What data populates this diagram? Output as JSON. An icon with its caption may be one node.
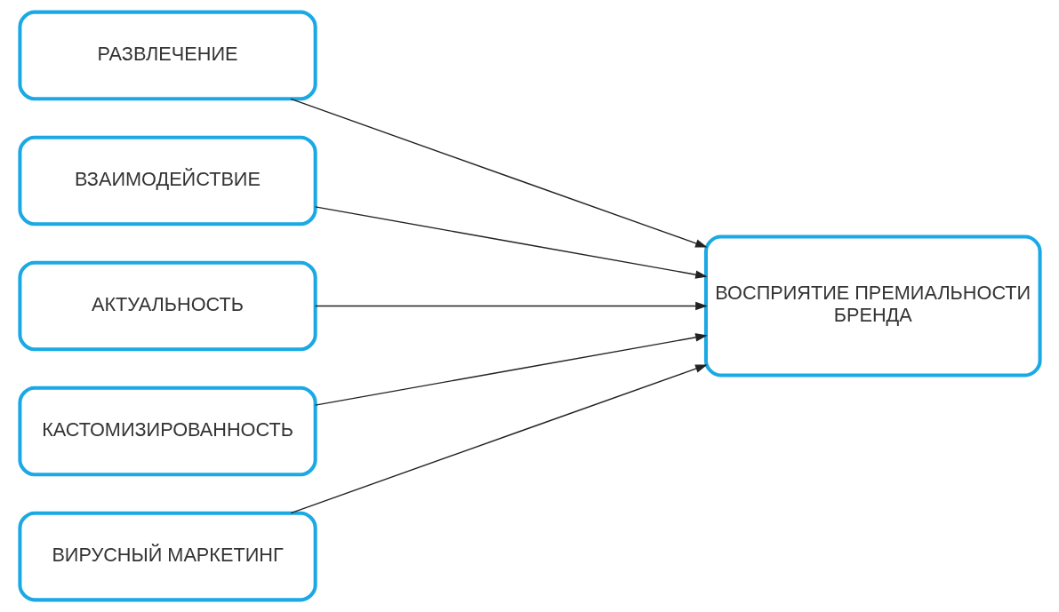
{
  "diagram": {
    "nodes": [
      {
        "text": [
          "РАЗВЛЕЧЕНИЕ"
        ]
      },
      {
        "text": [
          "ВЗАИМОДЕЙСТВИЕ"
        ]
      },
      {
        "text": [
          "АКТУАЛЬНОСТЬ"
        ]
      },
      {
        "text": [
          "КАСТОМИЗИРОВАННОСТЬ"
        ]
      },
      {
        "text": [
          "ВИРУСНЫЙ МАРКЕТИНГ"
        ]
      },
      {
        "text": [
          "ВОСПРИЯТИЕ ПРЕМИАЛЬНОСТИ БРЕНДА"
        ]
      }
    ],
    "edges": [
      {
        "from": 0,
        "to": 5,
        "arrow": "to"
      },
      {
        "from": 1,
        "to": 5,
        "arrow": "to"
      },
      {
        "from": 2,
        "to": 5,
        "arrow": "to"
      },
      {
        "from": 3,
        "to": 5,
        "arrow": "to"
      },
      {
        "from": 4,
        "to": 5,
        "arrow": "to"
      }
    ]
  }
}
